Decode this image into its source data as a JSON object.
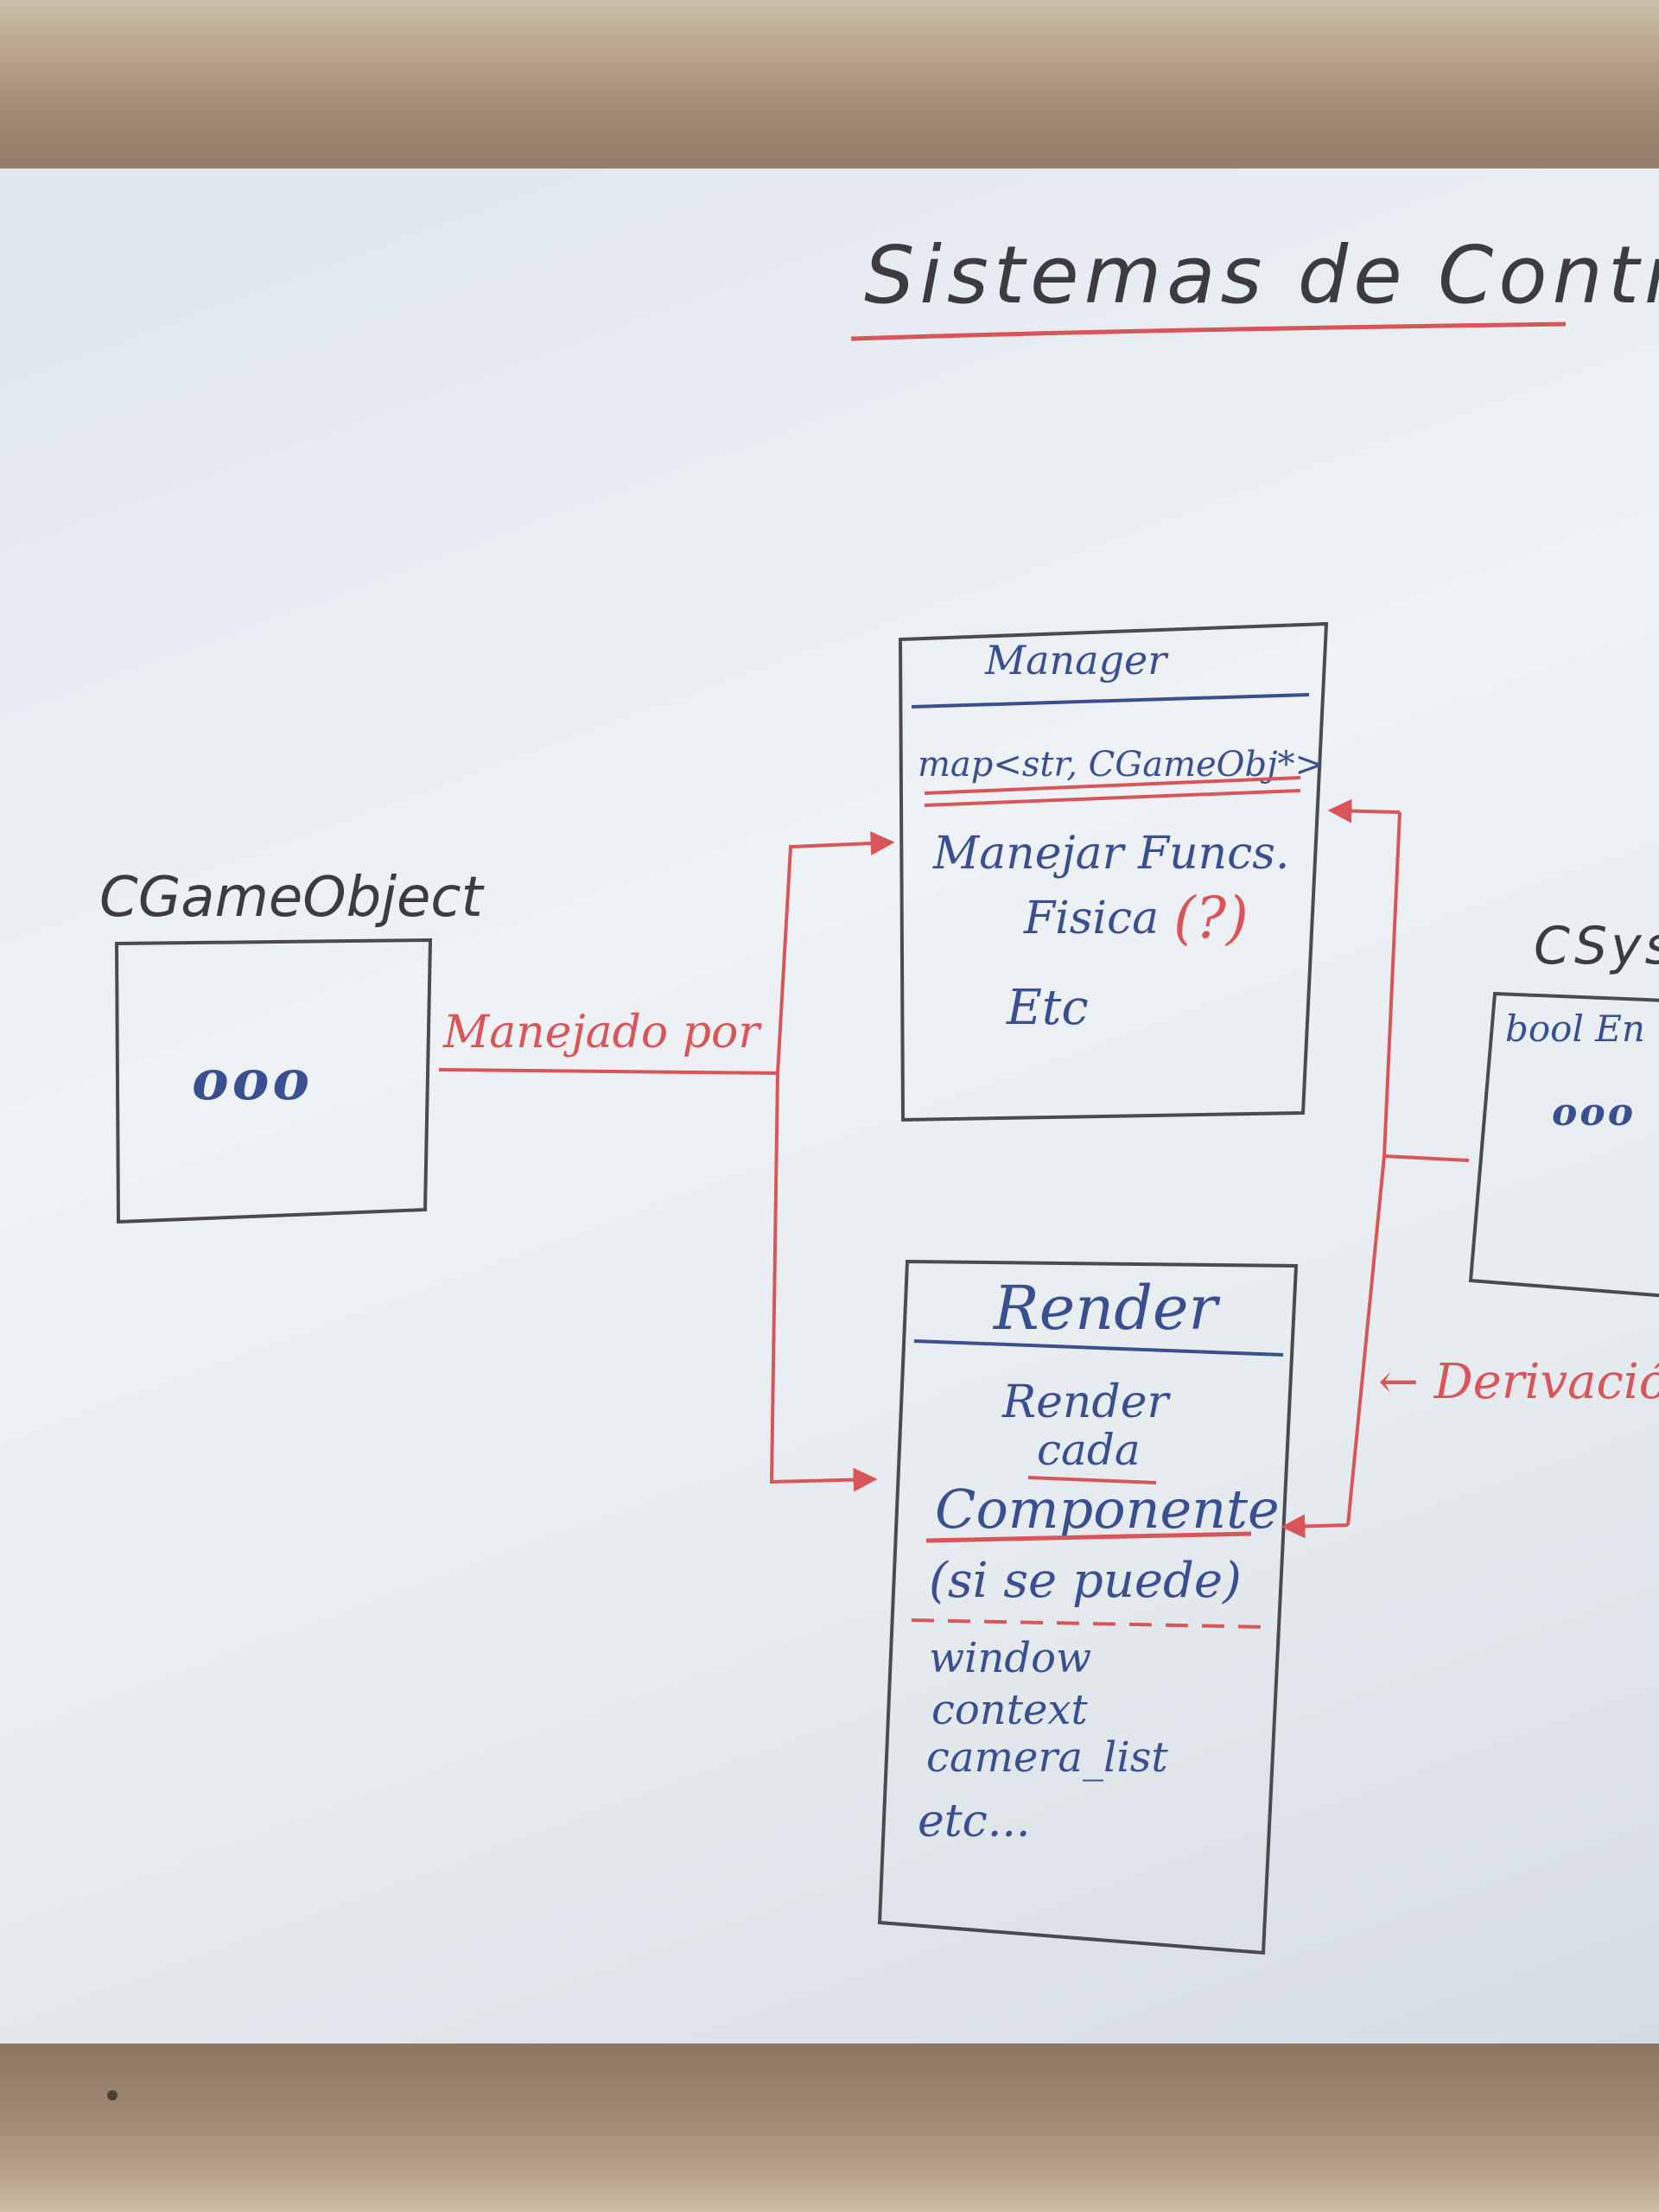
{
  "title": "Sistemas de Control",
  "colors": {
    "marker_red": "#d8565a",
    "marker_blue": "#3a4f8f",
    "marker_black": "#3c3c40",
    "board": "#e9eef2",
    "frame_wood": "#a38d77"
  },
  "gameobject": {
    "name": "CGameObject",
    "body": "ooo"
  },
  "edge_label": "Manejado por",
  "manager": {
    "title": "Manager",
    "attribute": "map<str, CGameObj*>",
    "lines": [
      "Manejar Funcs.",
      "Fisica",
      "(?)",
      "Etc"
    ]
  },
  "render": {
    "title": "Render",
    "method_lines": [
      "Render",
      "cada",
      "Componente",
      "(si se puede)"
    ],
    "attributes": [
      "window",
      "context",
      "camera_list",
      "etc..."
    ]
  },
  "csystem": {
    "name": "CSys",
    "attribute": "bool En",
    "body": "ooo"
  },
  "derivation_label": "← Derivació"
}
